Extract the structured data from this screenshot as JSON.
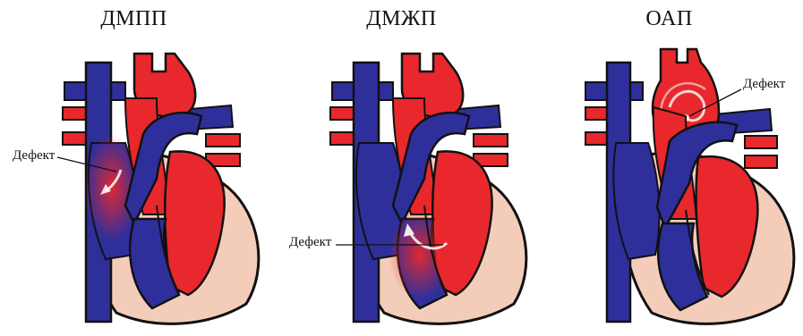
{
  "panels": [
    {
      "title": "ДМПП",
      "defect_label": "Дефект"
    },
    {
      "title": "ДМЖП",
      "defect_label": "Дефект"
    },
    {
      "title": "ОАП",
      "defect_label": "Дефект"
    }
  ],
  "colors": {
    "oxygenated": "#e8282c",
    "deoxygenated": "#2f2f9c",
    "myocardium": "#f3cdb9",
    "outline": "#111111",
    "mixing": "#c8306a"
  }
}
